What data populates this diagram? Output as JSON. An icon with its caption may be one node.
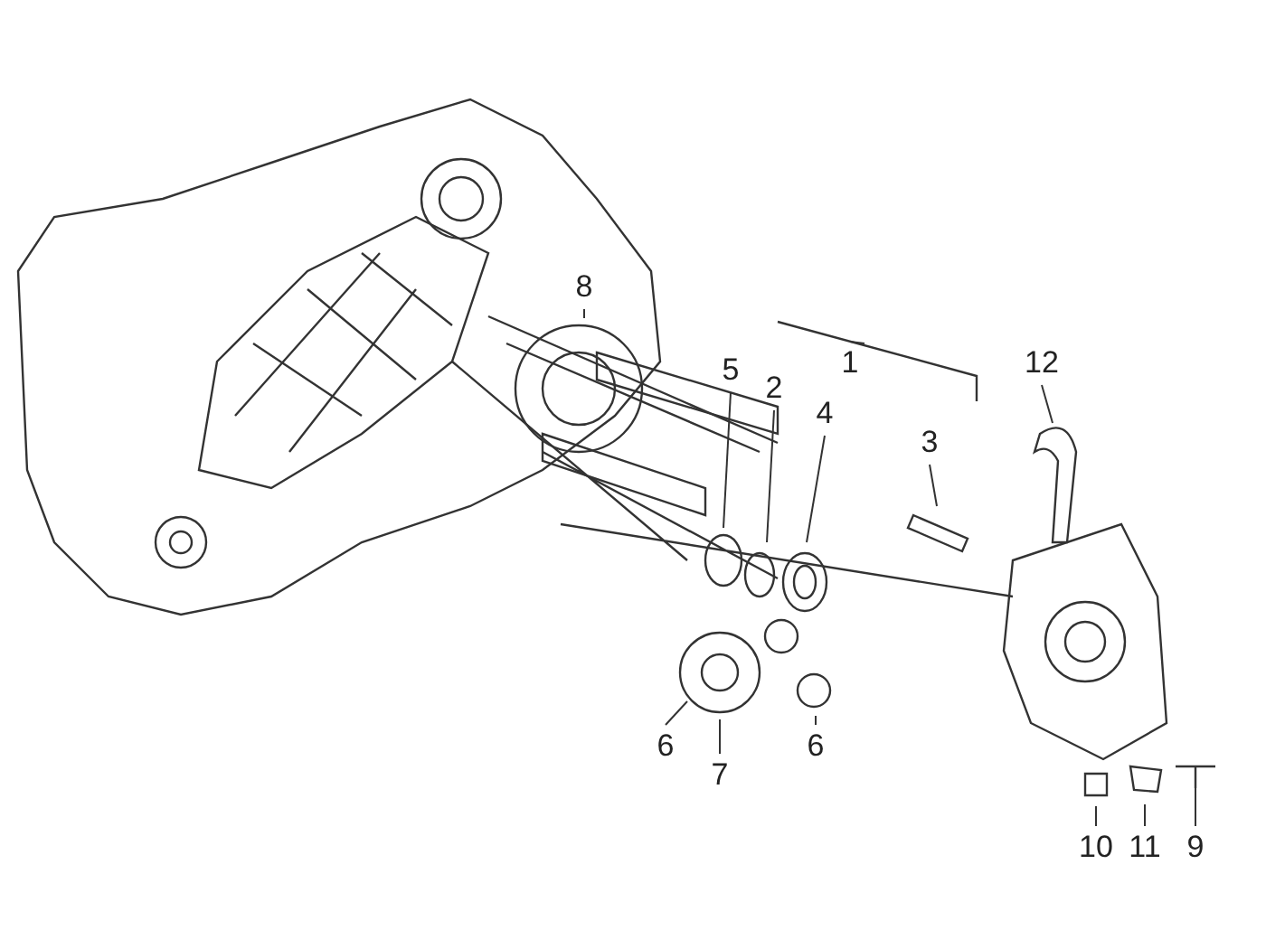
{
  "diagram": {
    "nodes": [
      {
        "text": [
          "8"
        ]
      },
      {
        "text": [
          "1"
        ]
      },
      {
        "text": [
          "5"
        ]
      },
      {
        "text": [
          "2"
        ]
      },
      {
        "text": [
          "4"
        ]
      },
      {
        "text": [
          "3"
        ]
      },
      {
        "text": [
          "12"
        ]
      },
      {
        "text": [
          "6"
        ]
      },
      {
        "text": [
          "7"
        ]
      },
      {
        "text": [
          "6"
        ]
      },
      {
        "text": [
          "10"
        ]
      },
      {
        "text": [
          "11"
        ]
      },
      {
        "text": [
          "9"
        ]
      }
    ],
    "edges": [
      {
        "from": 0,
        "to": null,
        "arrow": "none"
      },
      {
        "from": 1,
        "to": null,
        "arrow": "none"
      },
      {
        "from": 2,
        "to": null,
        "arrow": "none"
      },
      {
        "from": 3,
        "to": null,
        "arrow": "none"
      },
      {
        "from": 4,
        "to": null,
        "arrow": "none"
      },
      {
        "from": 5,
        "to": null,
        "arrow": "none"
      },
      {
        "from": 6,
        "to": null,
        "arrow": "none"
      },
      {
        "from": 7,
        "to": null,
        "arrow": "none"
      },
      {
        "from": 8,
        "to": null,
        "arrow": "none"
      },
      {
        "from": 9,
        "to": null,
        "arrow": "none"
      },
      {
        "from": 10,
        "to": null,
        "arrow": "none"
      },
      {
        "from": 11,
        "to": null,
        "arrow": "none"
      },
      {
        "from": 12,
        "to": null,
        "arrow": "none"
      }
    ]
  }
}
